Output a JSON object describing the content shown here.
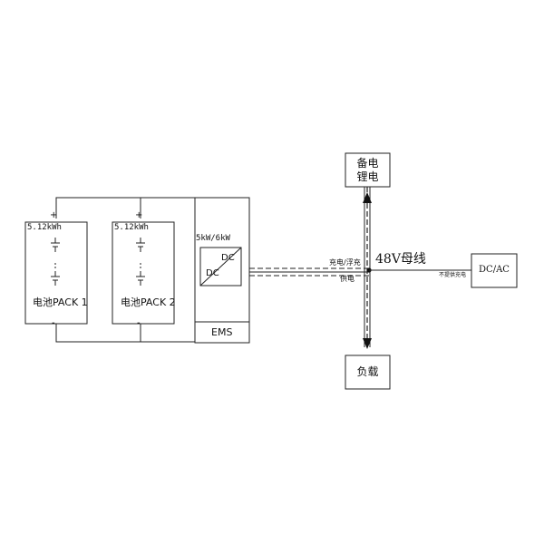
{
  "battery_pack_1": {
    "capacity": "5.12kWh",
    "name": "电池PACK 1",
    "plus": "+",
    "minus": "-"
  },
  "battery_pack_2": {
    "capacity": "5.12kWh",
    "name": "电池PACK 2",
    "plus": "+",
    "minus": "-"
  },
  "converter": {
    "rating": "5kW/6kW",
    "dc_top": "DC",
    "dc_bottom": "DC",
    "ems": "EMS"
  },
  "bus": {
    "label": "48V母线",
    "charge_float": "充电/浮充",
    "supply": "供电"
  },
  "backup_battery": {
    "line1": "备电",
    "line2": "锂电"
  },
  "load": {
    "label": "负载"
  },
  "dcac": {
    "label": "DC/AC",
    "note": "不提供充电"
  }
}
